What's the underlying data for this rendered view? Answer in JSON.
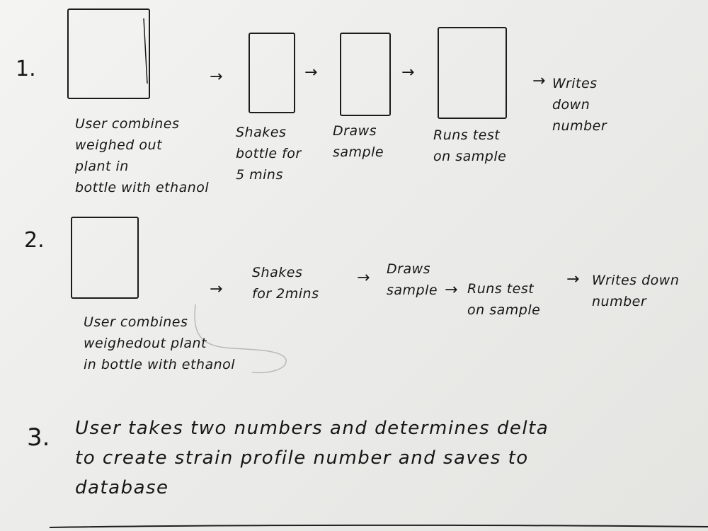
{
  "steps": [
    {
      "number": "1.",
      "items": [
        {
          "text": "User combines\nweighed out\nplant in\nbottle with ethanol"
        },
        {
          "text": "Shakes\nbottle for\n5 mins"
        },
        {
          "text": "Draws\nsample"
        },
        {
          "text": "Runs test\non sample"
        },
        {
          "text": "Writes\ndown\nnumber"
        }
      ]
    },
    {
      "number": "2.",
      "items": [
        {
          "text": "User combines\nweighedout plant\nin bottle with ethanol"
        },
        {
          "text": "Shakes\nfor 2mins"
        },
        {
          "text": "Draws\nsample"
        },
        {
          "text": "Runs test\non sample"
        },
        {
          "text": "Writes down\nnumber"
        }
      ]
    },
    {
      "number": "3.",
      "text": "User takes two numbers and determines delta\nto create strain profile number and saves to\ndatabase"
    }
  ],
  "arrow_glyph": "→"
}
